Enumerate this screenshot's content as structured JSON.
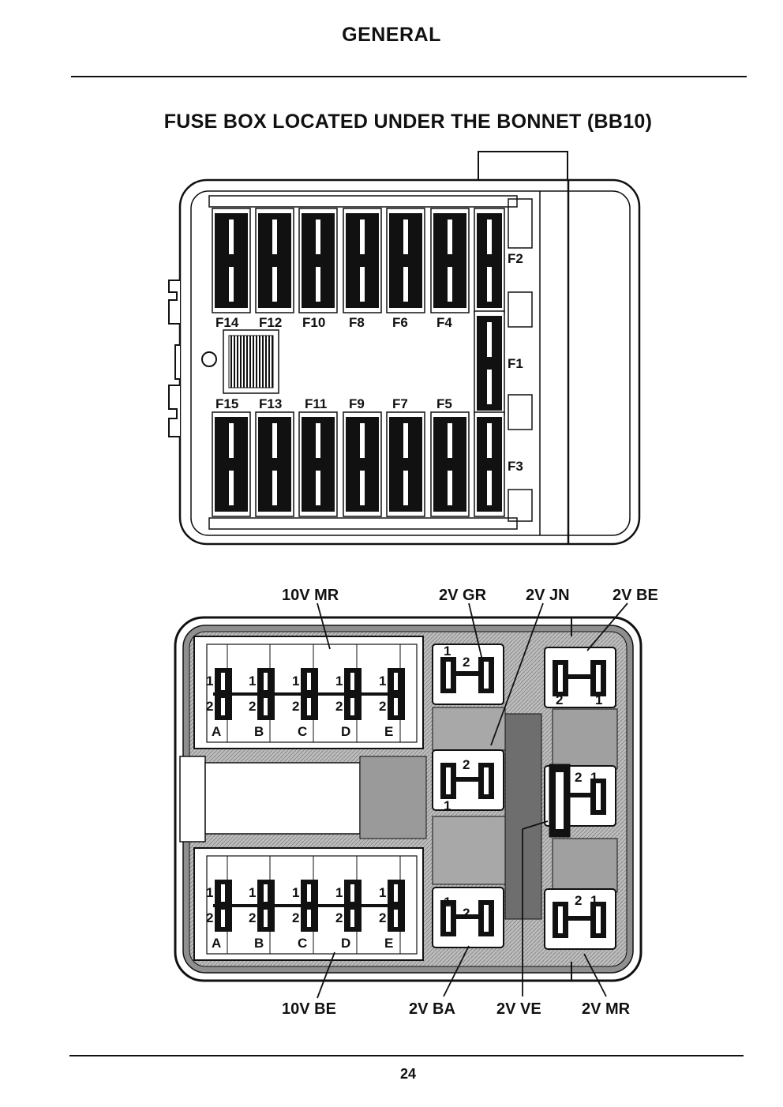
{
  "header": {
    "section": "GENERAL"
  },
  "title": "FUSE BOX LOCATED UNDER THE BONNET (BB10)",
  "page_number": "24",
  "top_diagram": {
    "fuse_labels_top_row": [
      "F14",
      "F12",
      "F10",
      "F8",
      "F6",
      "F4"
    ],
    "fuse_labels_bottom_row": [
      "F15",
      "F13",
      "F11",
      "F9",
      "F7",
      "F5"
    ],
    "side_fuse_labels": [
      "F2",
      "F1",
      "F3"
    ]
  },
  "bottom_diagram": {
    "callouts_top": [
      "10V MR",
      "2V GR",
      "2V JN",
      "2V BE"
    ],
    "callouts_bottom": [
      "10V BE",
      "2V BA",
      "2V VE",
      "2V MR"
    ],
    "connector_letters": [
      "A",
      "B",
      "C",
      "D",
      "E"
    ],
    "pin_one": "1",
    "pin_two": "2"
  },
  "colors": {
    "ink": "#111111",
    "shade": "#b0b0b0",
    "dark_shade": "#7a7a7a",
    "paper": "#ffffff"
  }
}
